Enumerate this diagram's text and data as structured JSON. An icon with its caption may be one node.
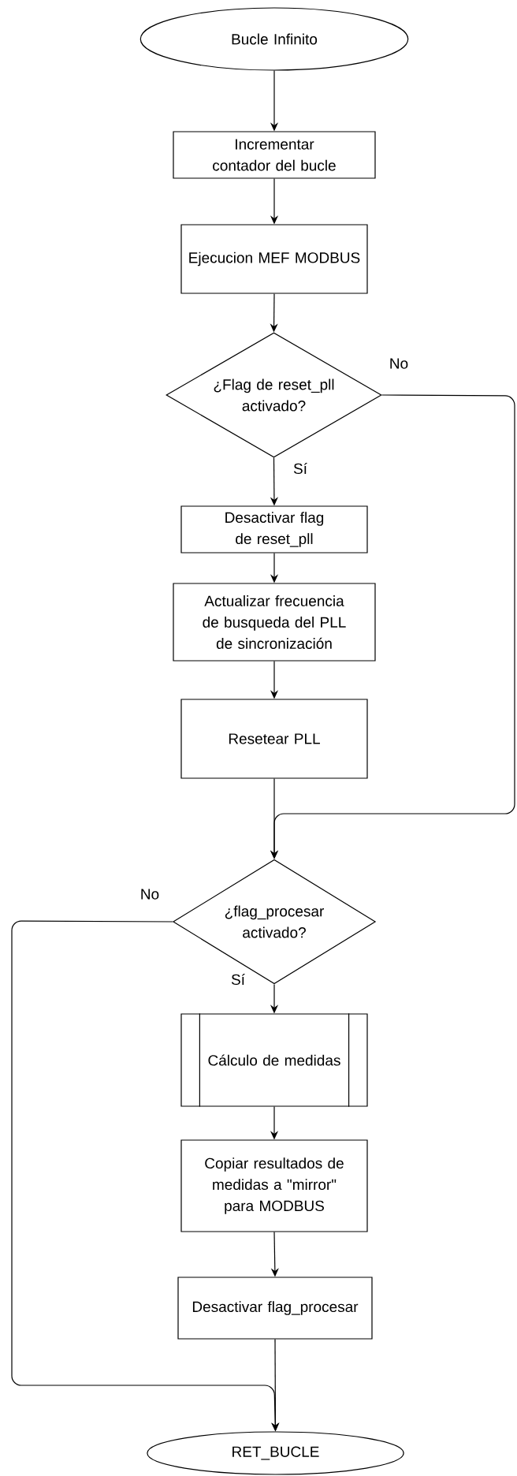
{
  "diagram": {
    "nodes": [
      {
        "text": [
          "Bucle Infinito"
        ]
      },
      {
        "text": [
          "Incrementar contador del bucle"
        ]
      },
      {
        "text": [
          "Ejecucion MEF MODBUS"
        ]
      },
      {
        "text": [
          "¿Flag de reset_pll activado?"
        ]
      },
      {
        "text": [
          "Desactivar flag de reset_pll"
        ]
      },
      {
        "text": [
          "Actualizar frecuencia de busqueda del PLL de sincronización"
        ]
      },
      {
        "text": [
          "Resetear PLL"
        ]
      },
      {
        "text": [
          "¿flag_procesar activado?"
        ]
      },
      {
        "text": [
          "Cálculo de medidas"
        ]
      },
      {
        "text": [
          "Copiar resultados de medidas a \"mirror\" para MODBUS"
        ]
      },
      {
        "text": [
          "Desactivar flag_procesar"
        ]
      },
      {
        "text": [
          "RET_BUCLE"
        ]
      }
    ],
    "edges": [
      {
        "from": 0,
        "to": 1,
        "arrow": "to"
      },
      {
        "from": 1,
        "to": 2,
        "arrow": "to"
      },
      {
        "from": 2,
        "to": 3,
        "arrow": "to"
      },
      {
        "from": 3,
        "to": 4,
        "arrow": "to",
        "label": "Sí"
      },
      {
        "from": 3,
        "to": 7,
        "arrow": "to",
        "label": "No"
      },
      {
        "from": 4,
        "to": 5,
        "arrow": "to"
      },
      {
        "from": 5,
        "to": 6,
        "arrow": "to"
      },
      {
        "from": 6,
        "to": 7,
        "arrow": "to"
      },
      {
        "from": 7,
        "to": 8,
        "arrow": "to",
        "label": "Sí"
      },
      {
        "from": 8,
        "to": 9,
        "arrow": "to"
      },
      {
        "from": 9,
        "to": 10,
        "arrow": "to"
      },
      {
        "from": 7,
        "to": 11,
        "arrow": "to",
        "label": "No"
      },
      {
        "from": 10,
        "to": 11,
        "arrow": "to"
      }
    ]
  }
}
